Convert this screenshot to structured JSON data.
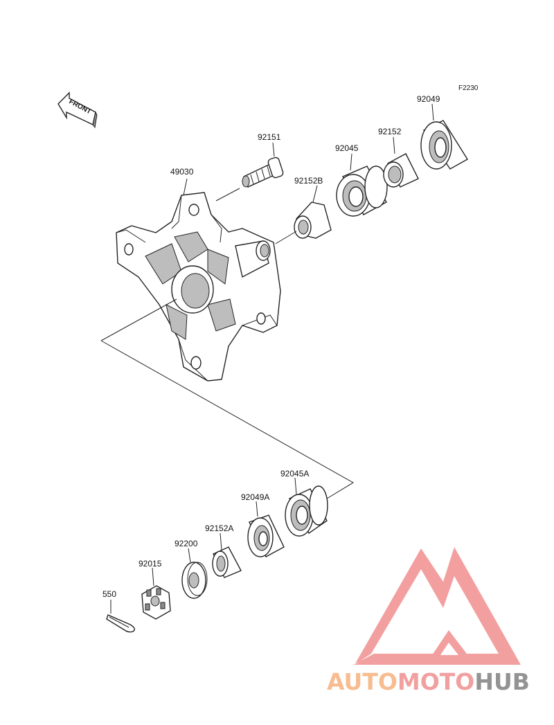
{
  "diagram_code": "F2230",
  "front_label": "FRONT",
  "parts": [
    {
      "number": "49030",
      "name": "hub"
    },
    {
      "number": "92151",
      "name": "stud"
    },
    {
      "number": "92152B",
      "name": "collar"
    },
    {
      "number": "92045",
      "name": "bearing"
    },
    {
      "number": "92152",
      "name": "collar"
    },
    {
      "number": "92049",
      "name": "oil seal"
    },
    {
      "number": "92045A",
      "name": "bearing"
    },
    {
      "number": "92049A",
      "name": "oil seal"
    },
    {
      "number": "92152A",
      "name": "collar"
    },
    {
      "number": "92200",
      "name": "washer"
    },
    {
      "number": "92015",
      "name": "castle nut"
    },
    {
      "number": "550",
      "name": "cotter pin"
    }
  ],
  "logo": {
    "part1": "AUTO",
    "part2": "MOTO",
    "part3": "HUB",
    "colors": {
      "part1": "#f7b98a",
      "part2": "#f29a9a",
      "part3": "#8e8e8e",
      "mark": "#f29a9a"
    }
  }
}
